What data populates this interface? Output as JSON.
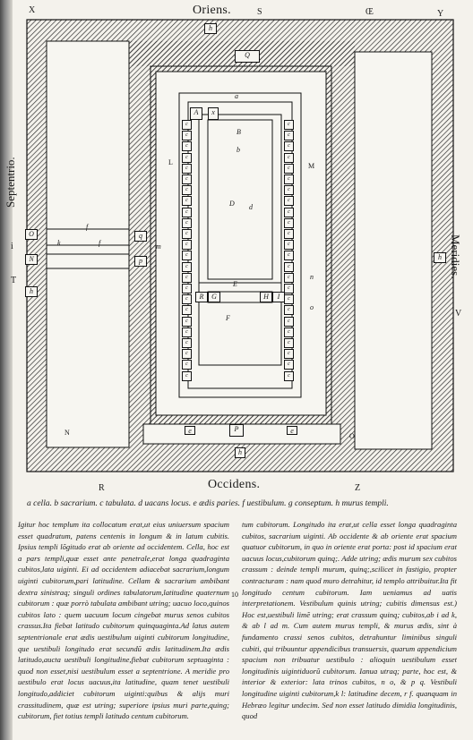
{
  "header": {
    "title_top": "Oriens.",
    "corner_top_left": "X",
    "corner_top_mid": "S",
    "corner_top_r1": "Œ",
    "corner_top_right": "Y",
    "title_bottom": "Occidens.",
    "corner_bottom_mid": "R",
    "corner_bottom_right": "Z",
    "side_left": "Septentrio.",
    "side_right": "Meridies.",
    "side_left_mark": "T",
    "side_right_mark": "V",
    "side_left_mark2": "i"
  },
  "plan": {
    "outer_labels": {
      "h_top": "h",
      "h_left": "h",
      "h_right": "h",
      "h_bottom": "h",
      "q_top": "Q",
      "a": "a",
      "L": "L",
      "M": "M",
      "N": "N",
      "O_left": "O",
      "O_right": "O",
      "N_small": "N",
      "k": "k",
      "p_small": "p",
      "q_small": "q",
      "f1": "f",
      "f2": "f",
      "m": "m",
      "n": "n",
      "o": "o",
      "e_bottom": "e",
      "p_bottom": "P",
      "e_bottom2": "e"
    },
    "inner_labels": {
      "A": "A",
      "x": "x",
      "B": "B",
      "b": "b",
      "D": "D",
      "d": "d",
      "E": "E",
      "F": "F",
      "R": "R",
      "G": "G",
      "H": "H",
      "I": "I",
      "c": "c"
    },
    "cell_letter": "c"
  },
  "legend": "a cella. b sacrarium. c tabulata. d uacans locus. e ædis paries. f uestibulum. g conseptum. h murus templi.",
  "folio_mark": "10",
  "text": {
    "left": "Igitur hoc templum ita collocatum erat,ut eius uniuersum spacium esset quadratum, patens centenis in longum & in latum cubitis. Ipsius templi lõgitudo erat ab oriente ad occidentem. Cella, hoc est a pars templi,quæ esset ante penetrale,erat longa quadraginta cubitos,lata uiginti. Ei ad occidentem adiacebat sacrarium,longum uiginti cubitorum,pari latitudine. Cellam & sacrarium ambibant dextra sinistraq; singuli ordines tabulatorum,latitudine quaternum cubitorum : quæ porrò tabulata ambibant utring; uacuo loco,quinos cubitos lato : quem uacuum locum cingebat murus senos cubitos crassus.Ita fiebat latitudo cubitorum quinquaginta.Ad latus autem septentrionale erat ædis uestibulum uiginti cubitorum longitudine, que uestibuli longitudo erat secundũ ædis latitudinem.Ita ædis latitudo,aucta uestibuli longitudine,fiebat cubitorum septuaginta : quod non esset,nisi uestibulum esset a septentrione. A meridie pro uestibulo erat locus uacuus,ita latitudine, quam tenet uestibuli longitudo,addiciet cubitorum uiginti:quibus & alijs muri crassitudinem, quæ est utring; superiore ipsius muri parte,quing; cubitorum, fiet totius templi latitudo centum cubitorum.",
    "right": "tum cubitorum. Longitudo ita erat,ut cella esset longa quadraginta cubitos, sacrarium uiginti. Ab occidente & ab oriente erat spacium quatuor cubitorum, in quo in oriente erat porta: post id spacium erat uacuus locus,cubitorum quinq;. Adde utring; ædis murum sex cubitos crassum : deinde templi murum, quinq;,scilicet in fastigio, propter contracturam : nam quod muro detrahitur, id templo attribuitur.Ita fit longitudo centum cubitorum. Iam ueniamus ad uatis interpretationem. Vestibulum quinis utring; cubitis dimensus est.) Hoc est,uestibuli limẽ utring; erat crassum quinq; cubitos,ab i ad k, & ab l ad m. Cum autem murus templi, & murus ædis, sint à fundamento crassi senos cubitos, detrahuntur liminibus singuli cubiti, qui tribuuntur appendicibus transuersis, quarum appendicium spacium non tribuatur uestibulo : alioquin uestibulum esset longitudinis uigintiduorũ cubitorum. Ianua utraq; parte, hoc est, & interior & exterior: lata trinos cubitos, n o, & p q. Vestibuli longitudine uiginti cubitorum,k l: latitudine decem, r f. quanquam in Hebræo legitur undecim. Sed non esset latitudo dimidia longitudinis, quod"
  }
}
